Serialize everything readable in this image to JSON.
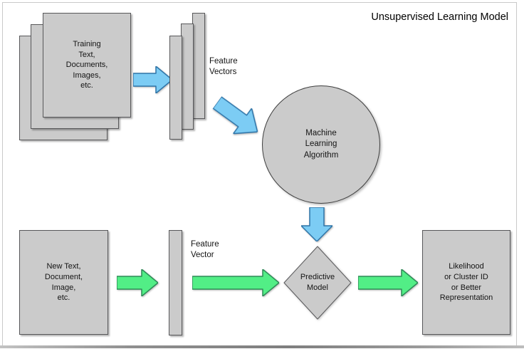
{
  "title": "Unsupervised Learning Model",
  "colors": {
    "shape_fill": "#cbcbcb",
    "shape_stroke": "#58585a",
    "blue_fill": "#7cccf4",
    "blue_stroke": "#2e74a8",
    "green_fill": "#52ee86",
    "green_stroke": "#2e8b57",
    "text": "#141414"
  },
  "nodes": {
    "training_stack": {
      "label": "Training\nText,\nDocuments,\nImages,\netc."
    },
    "feature_vectors": {
      "label": "Feature\nVectors"
    },
    "ml_algorithm": {
      "label": "Machine\nLearning\nAlgorithm"
    },
    "predictive_model": {
      "label": "Predictive\nModel"
    },
    "new_item": {
      "label": "New Text,\nDocument,\nImage,\netc."
    },
    "feature_vector": {
      "label": "Feature\nVector"
    },
    "output": {
      "label": "Likelihood\nor Cluster ID\nor Better\nRepresentation"
    }
  },
  "icons": {
    "arrows": [
      "blue-arrow-right",
      "blue-arrow-diagonal-down-right",
      "blue-arrow-down",
      "green-arrow-right-1",
      "green-arrow-right-2",
      "green-arrow-right-3"
    ]
  }
}
